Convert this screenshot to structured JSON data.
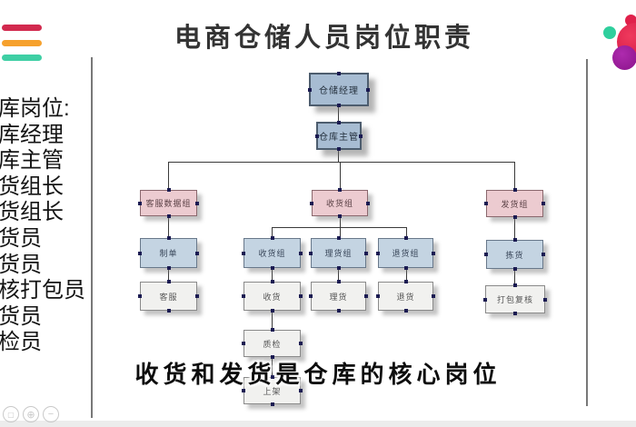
{
  "header": {
    "title": "电商仓储人员岗位职责"
  },
  "brand": {
    "menu_icon": "three-bars-icon",
    "menu_bar_colors": [
      "#d2294e",
      "#f6a12d",
      "#3ecfa4"
    ],
    "logo_icon": "dots-cluster-logo",
    "logo_colors": [
      "#e0204a",
      "#9c1f9c",
      "#2fcf9d"
    ]
  },
  "sidebar": {
    "lines": [
      "库岗位:",
      "库经理",
      "库主管",
      "货组长",
      "货组长",
      "货员",
      "货员",
      "核打包员",
      "货员",
      "检员"
    ]
  },
  "chart": {
    "type": "org-chart",
    "level_colors": {
      "top": "#a7bcd2",
      "group": "#eccbd0",
      "team": "#c4d4e2",
      "task": "#f1f1ef"
    },
    "nodes": [
      {
        "label": "仓储经理",
        "parent": null,
        "level": "top"
      },
      {
        "label": "仓库主管",
        "parent": "仓储经理",
        "level": "top"
      },
      {
        "label": "客服数据组",
        "parent": "仓库主管",
        "level": "group"
      },
      {
        "label": "收货组",
        "parent": "仓库主管",
        "level": "group"
      },
      {
        "label": "发货组",
        "parent": "仓库主管",
        "level": "group"
      },
      {
        "label": "制单",
        "parent": "客服数据组",
        "level": "team"
      },
      {
        "label": "收货组",
        "parent": "收货组",
        "level": "team"
      },
      {
        "label": "理货组",
        "parent": "收货组",
        "level": "team"
      },
      {
        "label": "退货组",
        "parent": "收货组",
        "level": "team"
      },
      {
        "label": "拣货",
        "parent": "发货组",
        "level": "team"
      },
      {
        "label": "客服",
        "parent": "制单",
        "level": "task"
      },
      {
        "label": "收货",
        "parent": "收货组",
        "level": "task"
      },
      {
        "label": "理货",
        "parent": "理货组",
        "level": "task"
      },
      {
        "label": "退货",
        "parent": "退货组",
        "level": "task"
      },
      {
        "label": "打包复核",
        "parent": "拣货",
        "level": "task"
      },
      {
        "label": "质检",
        "parent": "收货",
        "level": "task"
      },
      {
        "label": "上架",
        "parent": "质检",
        "level": "task"
      }
    ]
  },
  "caption": {
    "text": "收货和发货是仓库的核心岗位"
  },
  "viewer": {
    "controls": [
      {
        "icon": "fit-screen-icon"
      },
      {
        "icon": "zoom-icon"
      },
      {
        "icon": "zoom-out-icon"
      }
    ]
  }
}
